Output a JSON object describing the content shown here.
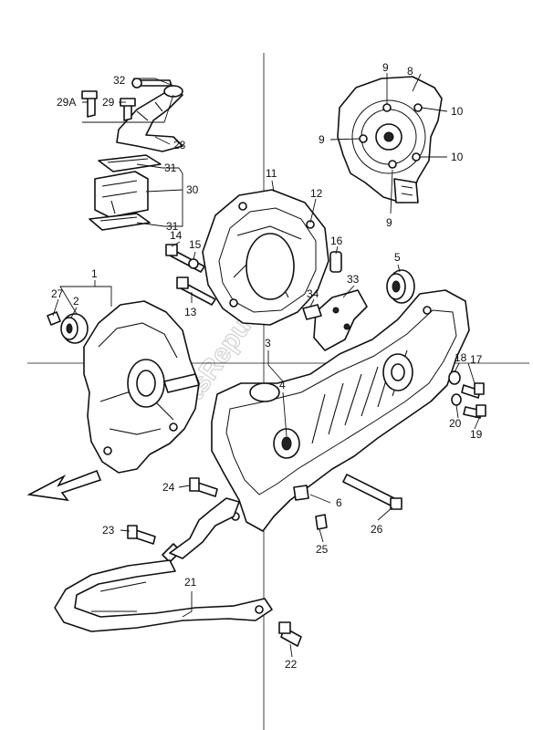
{
  "watermark": "PartsRepublik",
  "callouts": {
    "c1": "1",
    "c2": "2",
    "c3": "3",
    "c4": "4",
    "c5": "5",
    "c6": "6",
    "c8": "8",
    "c9a": "9",
    "c9b": "9",
    "c9c": "9",
    "c10a": "10",
    "c10b": "10",
    "c11": "11",
    "c12": "12",
    "c13": "13",
    "c14": "14",
    "c15": "15",
    "c16": "16",
    "c17": "17",
    "c18": "18",
    "c19": "19",
    "c20": "20",
    "c21": "21",
    "c22": "22",
    "c23": "23",
    "c24": "24",
    "c25": "25",
    "c26": "26",
    "c27": "27",
    "c28": "28",
    "c29": "29",
    "c29a": "29A",
    "c30": "30",
    "c31a": "31",
    "c31b": "31",
    "c32": "32",
    "c33": "33",
    "c34": "34"
  }
}
